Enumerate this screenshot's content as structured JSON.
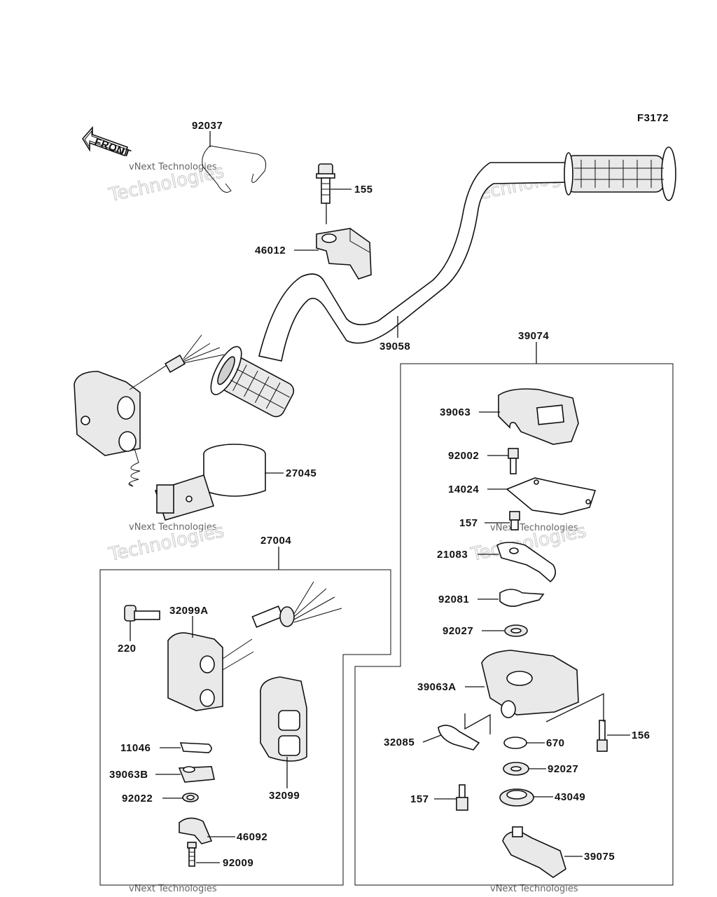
{
  "figure_code": "F3172",
  "front_arrow_text": "FRONT",
  "watermark_text": "vNext Technologies",
  "watermark_word": "Technologies",
  "watermark_brand": "vNext",
  "parts": {
    "p92037": "92037",
    "p155": "155",
    "p46012": "46012",
    "p39058": "39058",
    "p27045": "27045",
    "p27004": "27004",
    "p32099A": "32099A",
    "p220": "220",
    "p11046": "11046",
    "p39063B": "39063B",
    "p92022": "92022",
    "p46092": "46092",
    "p92009": "92009",
    "p32099": "32099",
    "p39074": "39074",
    "p39063": "39063",
    "p92002": "92002",
    "p14024": "14024",
    "p157a": "157",
    "p21083": "21083",
    "p92081": "92081",
    "p92027a": "92027",
    "p39063A": "39063A",
    "p32085": "32085",
    "p670": "670",
    "p156": "156",
    "p92027b": "92027",
    "p157b": "157",
    "p43049": "43049",
    "p39075": "39075"
  }
}
